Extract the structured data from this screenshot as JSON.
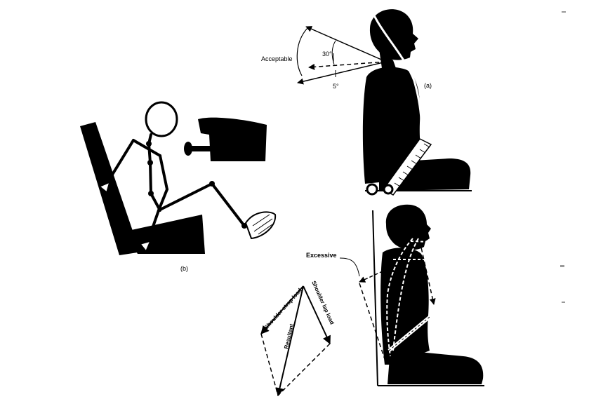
{
  "colors": {
    "ink": "#000000",
    "paper": "#ffffff",
    "strap": "#e8e8e8"
  },
  "figure_a": {
    "panel_label": "(a)",
    "acceptable_label": "Acceptable",
    "angle_upper_label": "30°",
    "angle_lower_label": "5°"
  },
  "figure_b": {
    "panel_label": "(b)"
  },
  "figure_c": {
    "excessive_label": "Excessive",
    "vector_shoulder_strap": "Shoulder strap load",
    "vector_shoulder_lap": "Shoulder lap load",
    "vector_resultant": "Resultant"
  }
}
